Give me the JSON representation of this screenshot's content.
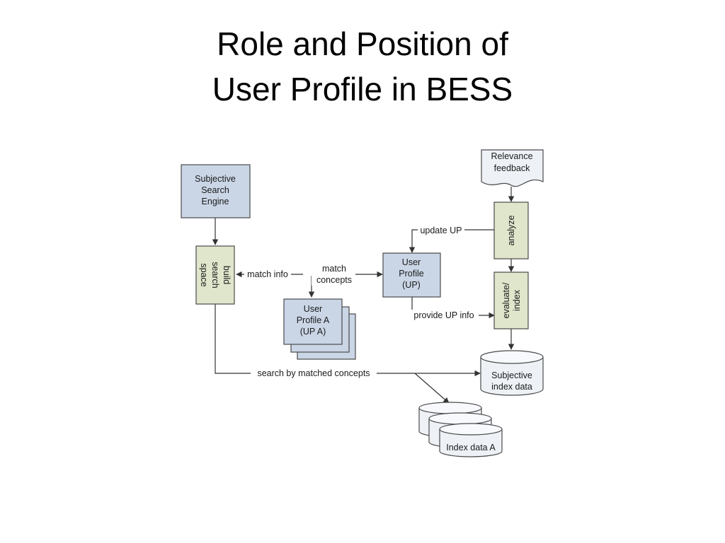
{
  "title": {
    "line1": "Role and Position of",
    "line2": "User Profile in BESS"
  },
  "nodes": {
    "subjective_search_engine": [
      "Subjective",
      "Search",
      "Engine"
    ],
    "build_search_space": [
      "build",
      "search",
      "space"
    ],
    "user_profile_a": [
      "User",
      "Profile A",
      "(UP A)"
    ],
    "user_profile": [
      "User",
      "Profile",
      "(UP)"
    ],
    "relevance_feedback": [
      "Relevance",
      "feedback"
    ],
    "analyze": "analyze",
    "evaluate_index": [
      "evaluate/",
      "index"
    ],
    "subjective_index_data": [
      "Subjective",
      "index data"
    ],
    "index_data_a": "Index data A"
  },
  "edges": {
    "match_info": "match info",
    "match_concepts": [
      "match",
      "concepts"
    ],
    "update_up": "update UP",
    "provide_up_info": "provide UP info",
    "search_by_matched_concepts": "search by matched concepts"
  },
  "colors": {
    "process_box": "#cad6e6",
    "action_box": "#dfe6cc",
    "storage": "#eef2f7",
    "outline": "#4a4a4a"
  }
}
